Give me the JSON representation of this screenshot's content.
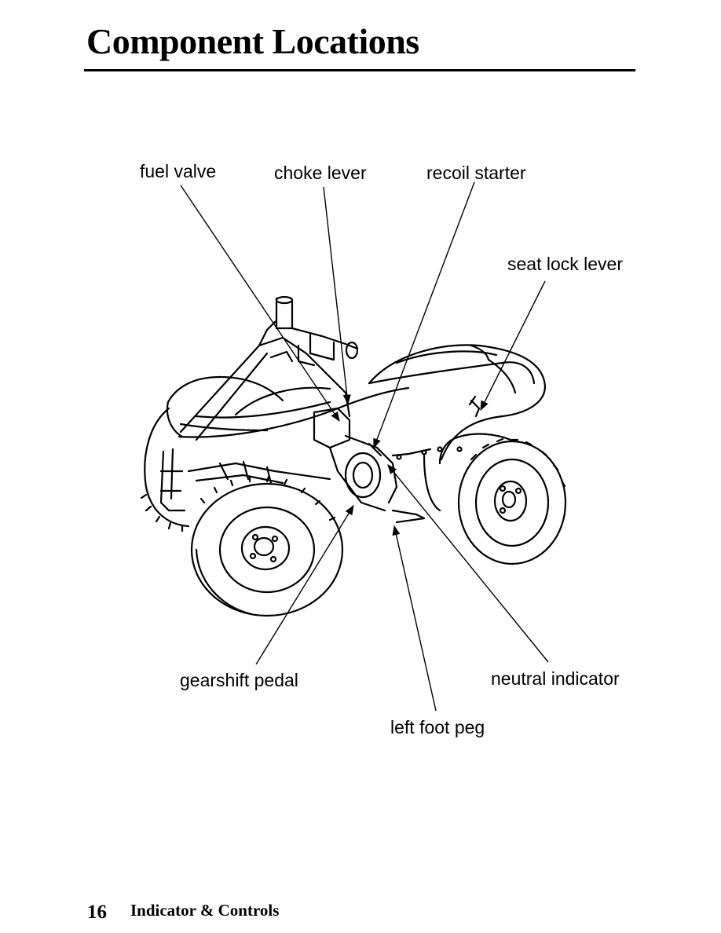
{
  "header": {
    "title": "Component Locations"
  },
  "diagram": {
    "labels": {
      "fuel_valve": "fuel valve",
      "choke_lever": "choke lever",
      "recoil_starter": "recoil starter",
      "seat_lock_lever": "seat lock lever",
      "gearshift_pedal": "gearshift pedal",
      "neutral_indicator": "neutral indicator",
      "left_foot_peg": "left foot peg"
    }
  },
  "footer": {
    "page_number": "16",
    "section": "Indicator & Controls"
  }
}
